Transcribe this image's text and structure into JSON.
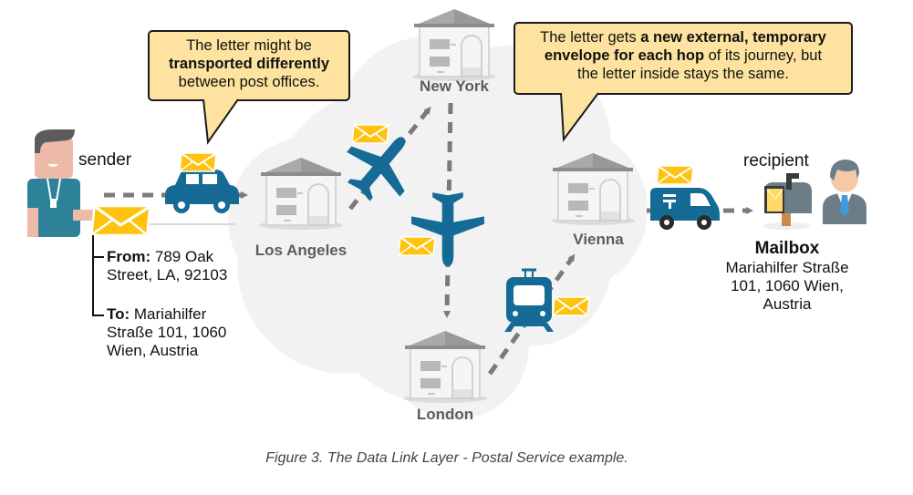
{
  "figure": {
    "caption": "Figure 3. The Data Link Layer - Postal Service example.",
    "colors": {
      "cloud": "#f2f2f2",
      "vehicle_blue": "#156b96",
      "envelope_yellow": "#ffc20e",
      "bubble_fill": "#fde39f",
      "arrow_gray": "#7b7b7b",
      "city_label": "#5d5d5d"
    }
  },
  "sender": {
    "label": "sender",
    "from_label": "From:",
    "from_text": " 789 Oak",
    "from_text2": "Street, LA, 92103",
    "to_label": "To:",
    "to_text": " Mariahilfer",
    "to_text2": "Straße 101, 1060",
    "to_text3": "Wien, Austria"
  },
  "callouts": {
    "left": {
      "line1": "The letter might be",
      "line2_bold": "transported differently",
      "line3": "between post offices."
    },
    "right": {
      "line1_plain": "The letter gets ",
      "line1_bold": "a new external, temporary",
      "line2_bold": "envelope for each hop",
      "line2_plain": " of its journey, but",
      "line3": "the letter inside stays the same."
    }
  },
  "cities": [
    {
      "name": "Los Angeles"
    },
    {
      "name": "New York"
    },
    {
      "name": "London"
    },
    {
      "name": "Vienna"
    }
  ],
  "hops": [
    {
      "from": "sender",
      "to": "Los Angeles",
      "vehicle": "car"
    },
    {
      "from": "Los Angeles",
      "to": "New York",
      "vehicle": "airplane"
    },
    {
      "from": "New York",
      "to": "London",
      "vehicle": "airplane"
    },
    {
      "from": "London",
      "to": "Vienna",
      "vehicle": "train"
    },
    {
      "from": "Vienna",
      "to": "Mailbox",
      "vehicle": "postal-van"
    }
  ],
  "recipient": {
    "label": "recipient",
    "mailbox_title": "Mailbox",
    "address_line1": "Mariahilfer Straße",
    "address_line2": "101, 1060 Wien,",
    "address_line3": "Austria"
  }
}
